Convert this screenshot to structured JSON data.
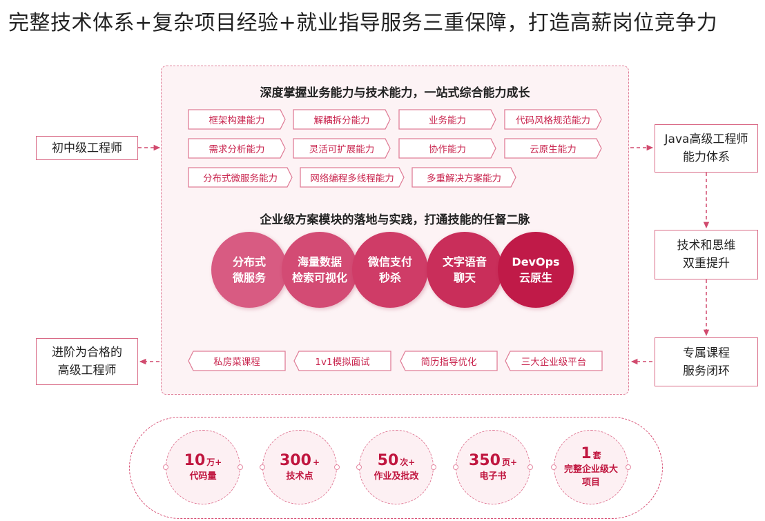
{
  "title": "完整技术体系+复杂项目经验+就业指导服务三重保障，打造高薪岗位竞争力",
  "section1_heading": "深度掌握业务能力与技术能力，一站式综合能力成长",
  "skills": [
    "框架构建能力",
    "解耦拆分能力",
    "业务能力",
    "代码风格规范能力",
    "需求分析能力",
    "灵活可扩展能力",
    "协作能力",
    "云原生能力",
    "分布式微服务能力",
    "网络编程多线程能力",
    "多重解决方案能力"
  ],
  "section2_heading": "企业级方案模块的落地与实践，打通技能的任督二脉",
  "modules": [
    {
      "line1": "分布式",
      "line2": "微服务",
      "color": "#d85b82"
    },
    {
      "line1": "海量数据",
      "line2": "检索可视化",
      "color": "#d34b74"
    },
    {
      "line1": "微信支付",
      "line2": "秒杀",
      "color": "#cf3c67"
    },
    {
      "line1": "文字语音",
      "line2": "聊天",
      "color": "#c92e5a"
    },
    {
      "line1": "DevOps",
      "line2": "云原生",
      "color": "#c01a48"
    }
  ],
  "services": [
    "私房菜课程",
    "1v1模拟面试",
    "简历指导优化",
    "三大企业级平台"
  ],
  "left_boxes": {
    "start": "初中级工程师",
    "end_line1": "进阶为合格的",
    "end_line2": "高级工程师"
  },
  "right_boxes": {
    "top_line1": "Java高级工程师",
    "top_line2": "能力体系",
    "mid_line1": "技术和思维",
    "mid_line2": "双重提升",
    "bottom_line1": "专属课程",
    "bottom_line2": "服务闭环"
  },
  "stats": [
    {
      "num": "10",
      "unit": "万+",
      "label": "代码量"
    },
    {
      "num": "300",
      "unit": "+",
      "label": "技术点"
    },
    {
      "num": "50",
      "unit": "次+",
      "label": "作业及批改"
    },
    {
      "num": "350",
      "unit": "页+",
      "label": "电子书"
    },
    {
      "num": "1",
      "unit": "套",
      "label": "完整企业级大项目"
    }
  ],
  "colors": {
    "accent": "#c9264f",
    "border": "#e07e98",
    "panel_bg": "#fdf3f5"
  }
}
